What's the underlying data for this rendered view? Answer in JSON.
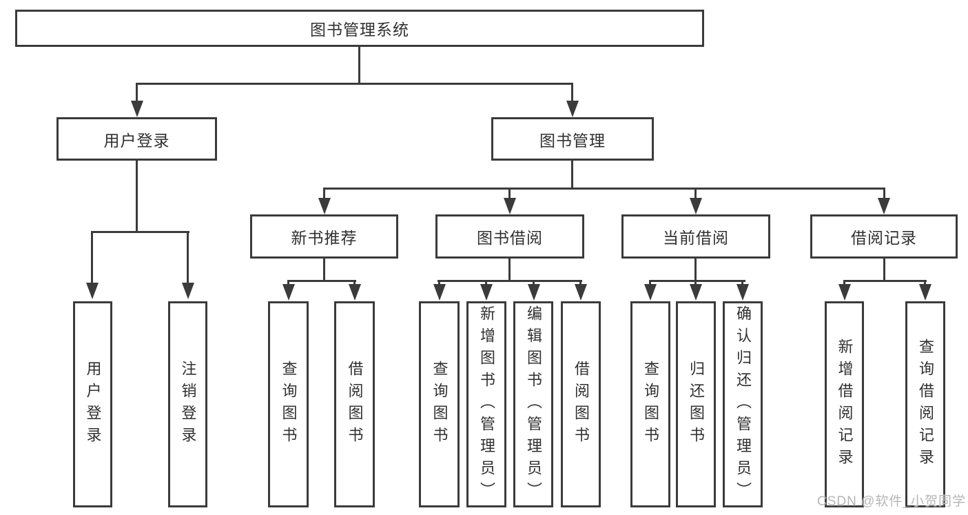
{
  "diagram": {
    "root": {
      "label": "图书管理系统"
    },
    "level2": {
      "user_login": {
        "label": "用户登录"
      },
      "book_management": {
        "label": "图书管理"
      }
    },
    "level3": {
      "new_book_recommend": {
        "label": "新书推荐"
      },
      "book_borrow": {
        "label": "图书借阅"
      },
      "current_borrow": {
        "label": "当前借阅"
      },
      "borrow_records": {
        "label": "借阅记录"
      }
    },
    "leaves": {
      "user_login": {
        "label": "用户登录"
      },
      "logout": {
        "label": "注销登录"
      },
      "nb_query_books": {
        "label": "查询图书"
      },
      "nb_borrow_books": {
        "label": "借阅图书"
      },
      "bb_query_books": {
        "label": "查询图书"
      },
      "bb_add_books": {
        "label": "新增图书（管理员）"
      },
      "bb_edit_books": {
        "label": "编辑图书（管理员）"
      },
      "bb_borrow_books": {
        "label": "借阅图书"
      },
      "cb_query_books": {
        "label": "查询图书"
      },
      "cb_return_books": {
        "label": "归还图书"
      },
      "cb_confirm_return": {
        "label": "确认归还（管理员）"
      },
      "br_add_record": {
        "label": "新增借阅记录"
      },
      "br_query_record": {
        "label": "查询借阅记录"
      }
    },
    "watermark": {
      "text": "CSDN @软件_小贺同学"
    },
    "colors": {
      "line": "#3b3b3b",
      "text": "#303030",
      "watermark": "#b6b6b6",
      "background": "#ffffff"
    }
  }
}
